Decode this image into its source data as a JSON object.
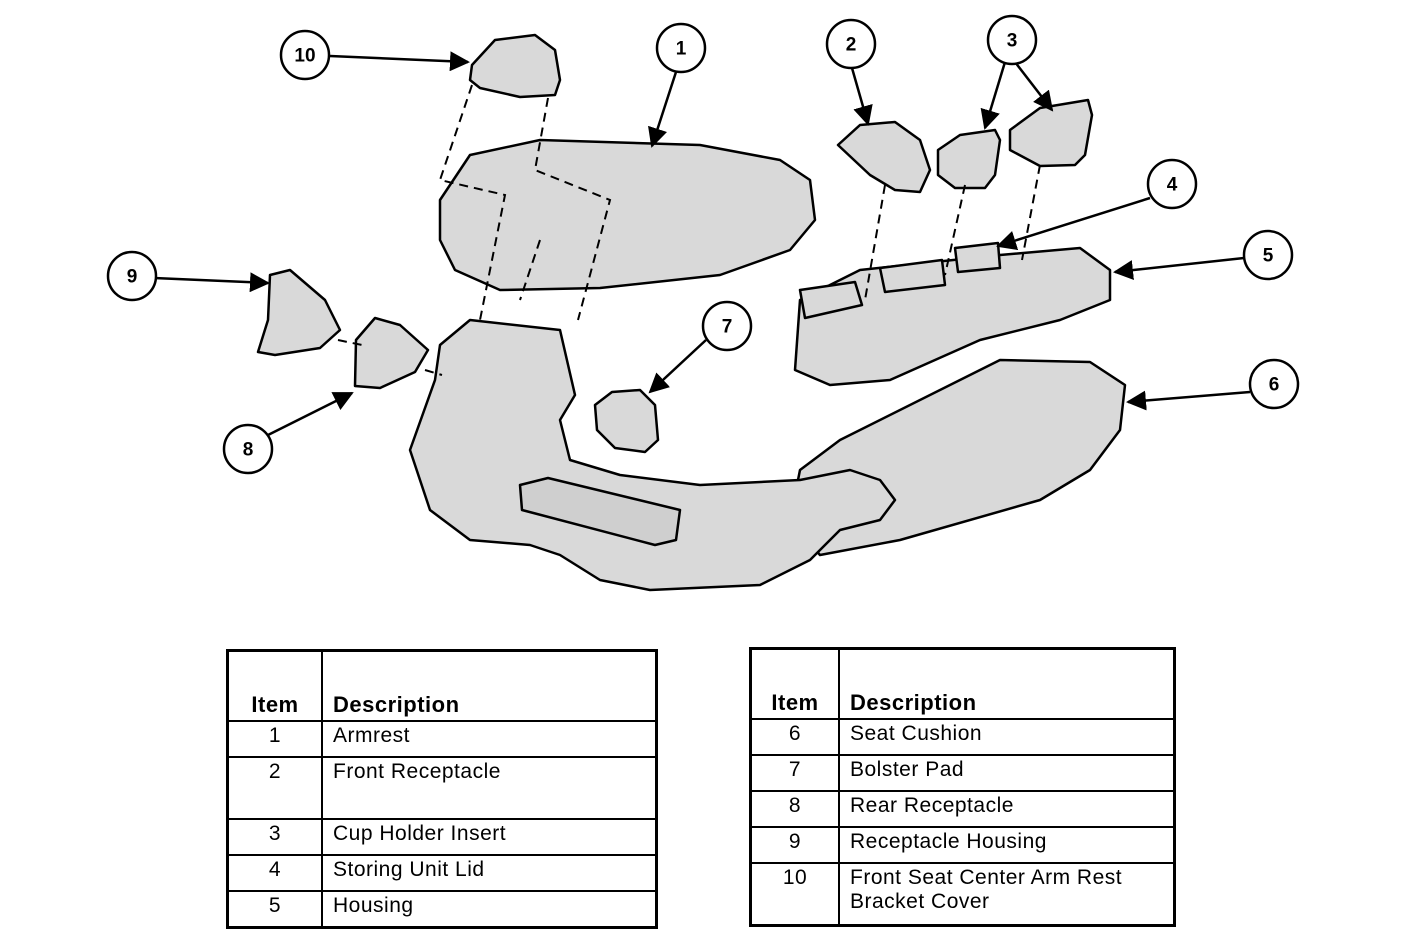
{
  "callouts": [
    "1",
    "2",
    "3",
    "4",
    "5",
    "6",
    "7",
    "8",
    "9",
    "10"
  ],
  "legend_left": {
    "header_item": "Item",
    "header_desc": "Description",
    "rows": [
      {
        "item": "1",
        "desc": "Armrest"
      },
      {
        "item": "2",
        "desc": "Front Receptacle"
      },
      {
        "item": "3",
        "desc": "Cup Holder Insert"
      },
      {
        "item": "4",
        "desc": "Storing Unit Lid"
      },
      {
        "item": "5",
        "desc": "Housing"
      }
    ]
  },
  "legend_right": {
    "header_item": "Item",
    "header_desc": "Description",
    "rows": [
      {
        "item": "6",
        "desc": "Seat Cushion"
      },
      {
        "item": "7",
        "desc": "Bolster Pad"
      },
      {
        "item": "8",
        "desc": "Rear Receptacle"
      },
      {
        "item": "9",
        "desc": "Receptacle Housing"
      },
      {
        "item": "10",
        "desc": "Front Seat Center Arm Rest",
        "desc2": "Bracket Cover"
      }
    ]
  }
}
